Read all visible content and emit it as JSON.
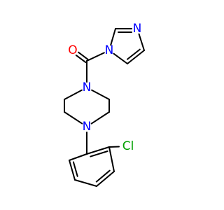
{
  "molecule": {
    "atoms": [
      {
        "name": "oxygen-atom",
        "symbol": "O",
        "color": "#ff0000"
      },
      {
        "name": "carbonyl-carbon",
        "symbol": ""
      },
      {
        "name": "imidazole-n1",
        "symbol": "N",
        "color": "#0000ff"
      },
      {
        "name": "imidazole-c2",
        "symbol": ""
      },
      {
        "name": "imidazole-n3",
        "symbol": "N",
        "color": "#0000ff"
      },
      {
        "name": "imidazole-c4",
        "symbol": ""
      },
      {
        "name": "imidazole-c5",
        "symbol": ""
      },
      {
        "name": "piperazine-n1",
        "symbol": "N",
        "color": "#0000ff"
      },
      {
        "name": "piperazine-c2",
        "symbol": ""
      },
      {
        "name": "piperazine-c3",
        "symbol": ""
      },
      {
        "name": "piperazine-n4",
        "symbol": "N",
        "color": "#0000ff"
      },
      {
        "name": "piperazine-c5",
        "symbol": ""
      },
      {
        "name": "piperazine-c6",
        "symbol": ""
      },
      {
        "name": "phenyl-c1",
        "symbol": ""
      },
      {
        "name": "phenyl-c2",
        "symbol": ""
      },
      {
        "name": "phenyl-c3",
        "symbol": ""
      },
      {
        "name": "phenyl-c4",
        "symbol": ""
      },
      {
        "name": "phenyl-c5",
        "symbol": ""
      },
      {
        "name": "phenyl-c6",
        "symbol": ""
      },
      {
        "name": "chlorine-atom",
        "symbol": "Cl",
        "color": "#00a000"
      }
    ],
    "bonds": [
      {
        "from": 1,
        "to": 0,
        "order": 2
      },
      {
        "from": 1,
        "to": 2,
        "order": 1
      },
      {
        "from": 1,
        "to": 7,
        "order": 1
      },
      {
        "from": 2,
        "to": 3,
        "order": 1
      },
      {
        "from": 3,
        "to": 4,
        "order": 2
      },
      {
        "from": 4,
        "to": 5,
        "order": 1
      },
      {
        "from": 5,
        "to": 6,
        "order": 2
      },
      {
        "from": 6,
        "to": 2,
        "order": 1
      },
      {
        "from": 7,
        "to": 8,
        "order": 1
      },
      {
        "from": 8,
        "to": 9,
        "order": 1
      },
      {
        "from": 9,
        "to": 10,
        "order": 1
      },
      {
        "from": 10,
        "to": 11,
        "order": 1
      },
      {
        "from": 11,
        "to": 12,
        "order": 1
      },
      {
        "from": 12,
        "to": 7,
        "order": 1
      },
      {
        "from": 10,
        "to": 13,
        "order": 1
      },
      {
        "from": 13,
        "to": 14,
        "order": 2
      },
      {
        "from": 14,
        "to": 15,
        "order": 1
      },
      {
        "from": 15,
        "to": 16,
        "order": 2
      },
      {
        "from": 16,
        "to": 17,
        "order": 1
      },
      {
        "from": 17,
        "to": 18,
        "order": 2
      },
      {
        "from": 18,
        "to": 13,
        "order": 1
      },
      {
        "from": 14,
        "to": 19,
        "order": 1
      }
    ]
  }
}
